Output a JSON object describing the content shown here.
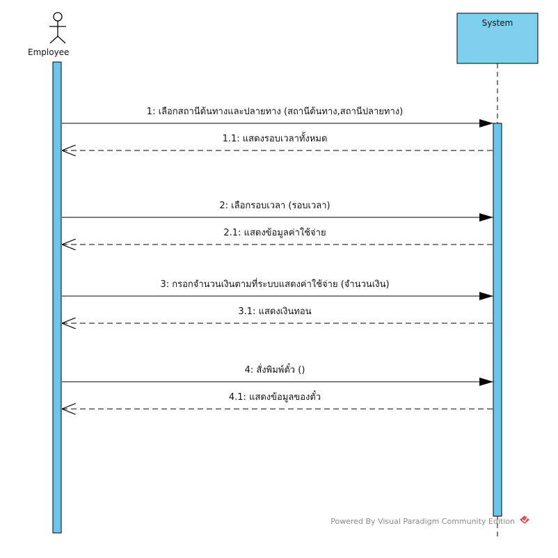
{
  "participants": {
    "actor": "Employee",
    "system": "System"
  },
  "messages": [
    {
      "text": "1: เลือกสถานีต้นทางและปลายทาง (สถานีต้นทาง,สถานีปลายทาง)",
      "kind": "call"
    },
    {
      "text": "1.1: แสดงรอบเวลาทั้งหมด",
      "kind": "return"
    },
    {
      "text": "2: เลือกรอบเวลา (รอบเวลา)",
      "kind": "call"
    },
    {
      "text": "2.1: แสดงข้อมูลค่าใช้จ่าย",
      "kind": "return"
    },
    {
      "text": "3: กรอกจำนวนเงินตามที่ระบบแสดงค่าใช้จ่าย (จำนวนเงิน)",
      "kind": "call"
    },
    {
      "text": "3.1: แสดงเงินทอน",
      "kind": "return"
    },
    {
      "text": "4: สั่งพิมพ์ตั๋ว ()",
      "kind": "call"
    },
    {
      "text": "4.1: แสดงข้อมูลของตั๋ว",
      "kind": "return"
    }
  ],
  "watermark": "Powered By Visual Paradigm Community Edition",
  "colors": {
    "activation_fill": "#6cc5ec",
    "system_box_fill": "#7fcfee",
    "stroke": "#000000",
    "watermark_logo": "#d9534f"
  }
}
